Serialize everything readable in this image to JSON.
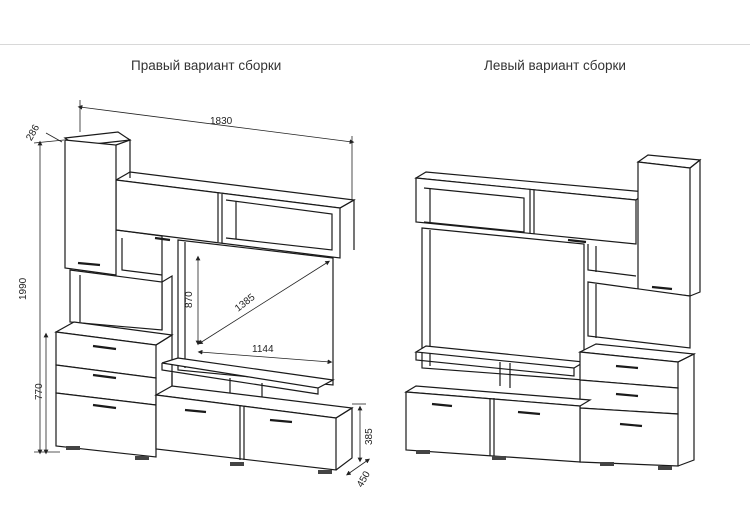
{
  "captions": {
    "right_variant": "Правый вариант сборки",
    "left_variant": "Левый вариант сборки"
  },
  "dimensions": {
    "width": "1830",
    "depth_top": "286",
    "height_total": "1990",
    "height_lower": "770",
    "tv_height": "870",
    "tv_diagonal": "1385",
    "tv_width": "1144",
    "tv_stand_height": "385",
    "depth_base": "450"
  }
}
